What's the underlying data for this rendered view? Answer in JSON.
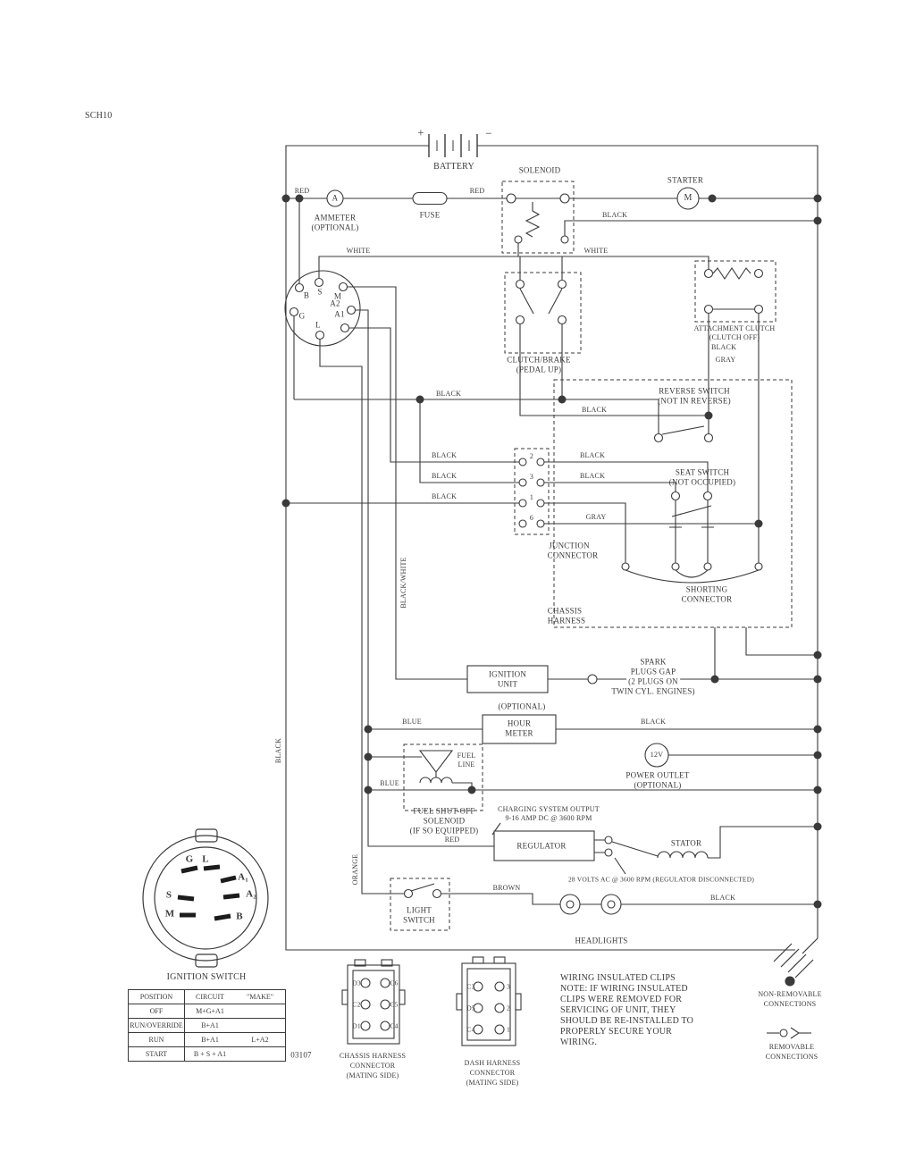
{
  "meta": {
    "sheet": "SCH10",
    "number": "03107"
  },
  "colors": {
    "line": "#3a3a3a",
    "text": "#3a3a3a",
    "background": "#ffffff"
  },
  "wire_colors": {
    "red": "RED",
    "black": "BLACK",
    "white": "WHITE",
    "gray": "GRAY",
    "blue": "BLUE",
    "brown": "BROWN",
    "orange": "ORANGE",
    "black_white": "BLACK/WHITE"
  },
  "battery": {
    "label": "BATTERY",
    "plus": "+",
    "minus": "−"
  },
  "components": {
    "solenoid": "SOLENOID",
    "starter": "STARTER",
    "starter_m": "M",
    "ammeter_a": "A",
    "ammeter": [
      "AMMETER",
      "(OPTIONAL)"
    ],
    "fuse": "FUSE",
    "clutch_brake": [
      "CLUTCH/BRAKE",
      "(PEDAL UP)"
    ],
    "attachment_clutch": [
      "ATTACHMENT CLUTCH",
      "(CLUTCH OFF)"
    ],
    "reverse_switch": [
      "REVERSE SWITCH",
      "(NOT IN REVERSE)"
    ],
    "seat_switch": [
      "SEAT SWITCH",
      "(NOT OCCUPIED)"
    ],
    "junction_connector": [
      "JUNCTION",
      "CONNECTOR"
    ],
    "shorting_connector": [
      "SHORTING",
      "CONNECTOR"
    ],
    "chassis_harness": [
      "CHASSIS",
      "HARNESS"
    ],
    "ignition_unit": [
      "IGNITION",
      "UNIT"
    ],
    "spark_plugs": [
      "SPARK",
      "PLUGS GAP",
      "(2 PLUGS ON",
      "TWIN CYL. ENGINES)"
    ],
    "optional": "(OPTIONAL)",
    "hour_meter": [
      "HOUR",
      "METER"
    ],
    "power_outlet_12v": "12V",
    "power_outlet": [
      "POWER OUTLET",
      "(OPTIONAL)"
    ],
    "fuel_line": [
      "FUEL",
      "LINE"
    ],
    "fuel_solenoid": [
      "FUEL SHUT-OFF",
      "SOLENOID",
      "(IF SO EQUIPPED)"
    ],
    "charging_output": [
      "CHARGING SYSTEM OUTPUT",
      "9-16 AMP DC @ 3600 RPM"
    ],
    "regulator": "REGULATOR",
    "stator": "STATOR",
    "stator_note": "28 VOLTS AC @ 3600 RPM (REGULATOR DISCONNECTED)",
    "light_switch": [
      "LIGHT",
      "SWITCH"
    ],
    "headlights": "HEADLIGHTS"
  },
  "ignition_switch_schematic": {
    "terminals": {
      "b": "B",
      "s": "S",
      "m": "M",
      "g": "G",
      "l": "L",
      "a1": "A1",
      "a2": "A2"
    }
  },
  "junction_pins": [
    "2",
    "3",
    "1",
    "6"
  ],
  "ignition_switch": {
    "title": "IGNITION SWITCH",
    "terminals": {
      "g": "G",
      "l": "L",
      "a1": "A₁",
      "a2": "A₂",
      "s": "S",
      "m": "M",
      "b": "B"
    }
  },
  "switch_table": {
    "headers": [
      "POSITION",
      "CIRCUIT",
      "\"MAKE\""
    ],
    "rows": [
      [
        "OFF",
        "M+G+A1",
        ""
      ],
      [
        "RUN/OVERRIDE",
        "B+A1",
        ""
      ],
      [
        "RUN",
        "B+A1",
        "L+A2"
      ],
      [
        "START",
        "B + S + A1",
        ""
      ]
    ]
  },
  "connectors": {
    "chassis": {
      "title": [
        "CHASSIS HARNESS",
        "CONNECTOR",
        "(MATING SIDE)"
      ],
      "pins_left": [
        "D3",
        "C2",
        "D1"
      ],
      "pins_right": [
        "C6",
        "C5",
        "C4"
      ]
    },
    "dash": {
      "title": [
        "DASH HARNESS",
        "CONNECTOR",
        "(MATING SIDE)"
      ],
      "pins_left": [
        "C3",
        "D5",
        "C4"
      ],
      "pins_right": [
        "3",
        "2",
        "1"
      ]
    }
  },
  "note_lines": [
    "WIRING INSULATED CLIPS",
    "NOTE: IF WIRING INSULATED",
    "CLIPS WERE REMOVED FOR",
    "SERVICING OF UNIT, THEY",
    "SHOULD BE RE-INSTALLED TO",
    "PROPERLY SECURE YOUR",
    "WIRING."
  ],
  "legend": {
    "non_removable": [
      "NON-REMOVABLE",
      "CONNECTIONS"
    ],
    "removable": [
      "REMOVABLE",
      "CONNECTIONS"
    ]
  }
}
